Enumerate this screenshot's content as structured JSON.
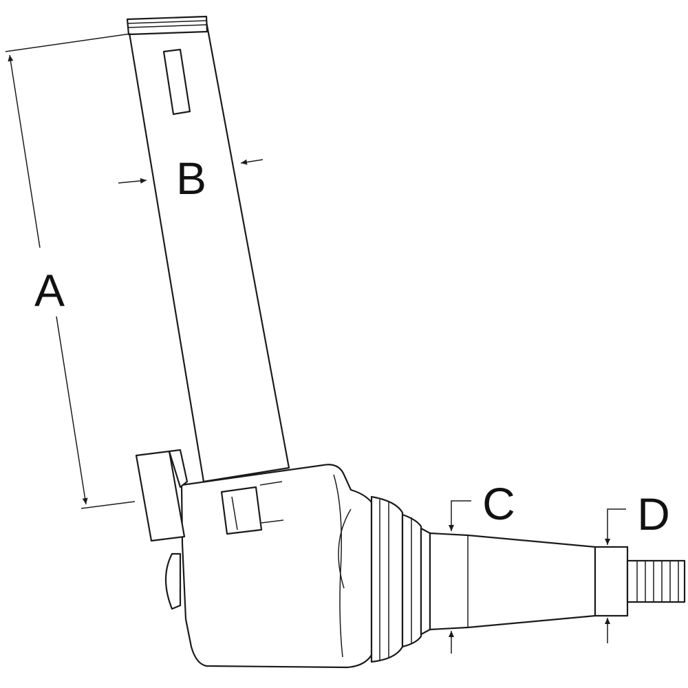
{
  "diagram": {
    "labels": {
      "a": "A",
      "b": "B",
      "c": "C",
      "d": "D"
    }
  }
}
